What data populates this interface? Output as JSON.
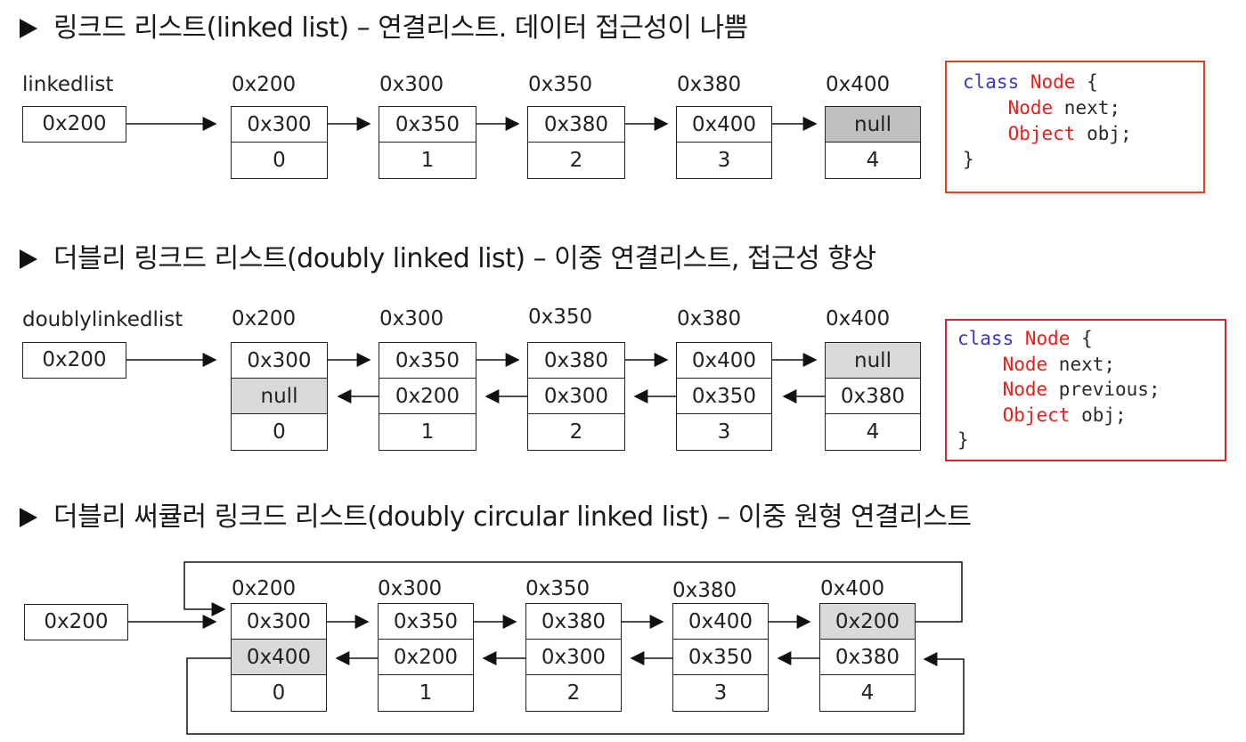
{
  "sections": [
    {
      "heading": "링크드 리스트(linked list) – 연결리스트. 데이터 접근성이 나쁨",
      "head_label": "linkedlist",
      "head_value": "0x200",
      "nodes": [
        {
          "addr": "0x200",
          "next": "0x300",
          "index": "0"
        },
        {
          "addr": "0x300",
          "next": "0x350",
          "index": "1"
        },
        {
          "addr": "0x350",
          "next": "0x380",
          "index": "2"
        },
        {
          "addr": "0x380",
          "next": "0x400",
          "index": "3"
        },
        {
          "addr": "0x400",
          "next": "null",
          "index": "4"
        }
      ],
      "code": {
        "l1_kw": "class",
        "l1_ty": "Node",
        "l1_pl": " {",
        "lines": [
          {
            "ty": "Node",
            "pl": " next;"
          },
          {
            "ty": "Object",
            "pl": " obj;"
          }
        ],
        "close": "}"
      }
    },
    {
      "heading": "더블리 링크드 리스트(doubly linked list) – 이중 연결리스트, 접근성 향상",
      "head_label": "doublylinkedlist",
      "head_value": "0x200",
      "nodes": [
        {
          "addr": "0x200",
          "next": "0x300",
          "prev": "null",
          "index": "0"
        },
        {
          "addr": "0x300",
          "next": "0x350",
          "prev": "0x200",
          "index": "1"
        },
        {
          "addr": "0x350",
          "next": "0x380",
          "prev": "0x300",
          "index": "2"
        },
        {
          "addr": "0x380",
          "next": "0x400",
          "prev": "0x350",
          "index": "3"
        },
        {
          "addr": "0x400",
          "next": "null",
          "prev": "0x380",
          "index": "4"
        }
      ],
      "code": {
        "l1_kw": "class",
        "l1_ty": "Node",
        "l1_pl": " {",
        "lines": [
          {
            "ty": "Node",
            "pl": " next;"
          },
          {
            "ty": "Node",
            "pl": " previous;"
          },
          {
            "ty": "Object",
            "pl": " obj;"
          }
        ],
        "close": "}"
      }
    },
    {
      "heading": "더블리 써큘러 링크드 리스트(doubly circular linked list) – 이중 원형 연결리스트",
      "head_value": "0x200",
      "nodes": [
        {
          "addr": "0x200",
          "next": "0x300",
          "prev": "0x400",
          "index": "0"
        },
        {
          "addr": "0x300",
          "next": "0x350",
          "prev": "0x200",
          "index": "1"
        },
        {
          "addr": "0x350",
          "next": "0x380",
          "prev": "0x300",
          "index": "2"
        },
        {
          "addr": "0x380",
          "next": "0x400",
          "prev": "0x350",
          "index": "3"
        },
        {
          "addr": "0x400",
          "next": "0x200",
          "prev": "0x380",
          "index": "4"
        }
      ]
    }
  ],
  "colors": {
    "keyword": "#3a37c9",
    "type": "#e8201c",
    "code_border": "#e0401a",
    "null_cell": "#bfbfbf",
    "highlight_cell": "#d9d9d9"
  }
}
